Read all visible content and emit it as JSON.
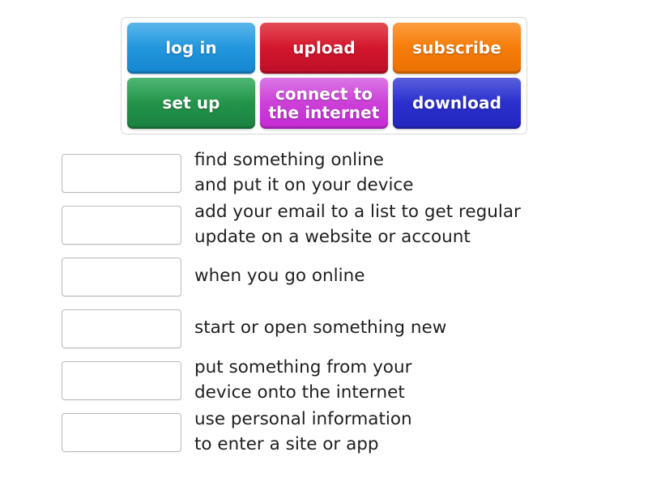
{
  "tiles_panel": {
    "tiles": [
      {
        "label": "log in",
        "color_name": "blue",
        "color": "#2196dd"
      },
      {
        "label": "upload",
        "color_name": "red",
        "color": "#d2162c"
      },
      {
        "label": "subscribe",
        "color_name": "orange",
        "color": "#f57c09"
      },
      {
        "label": "set up",
        "color_name": "green",
        "color": "#229349"
      },
      {
        "label": "connect to\nthe internet",
        "color_name": "violet",
        "color": "#cc3fd8"
      },
      {
        "label": "download",
        "color_name": "indigo",
        "color": "#2a2fcc"
      }
    ]
  },
  "rows": [
    {
      "slot_value": "",
      "definition": "find something online\nand put it on your device"
    },
    {
      "slot_value": "",
      "definition": "add your email to a list to get regular\nupdate on a website or account"
    },
    {
      "slot_value": "",
      "definition": "when you go online"
    },
    {
      "slot_value": "",
      "definition": "start or open something new"
    },
    {
      "slot_value": "",
      "definition": "put something from your\ndevice onto the internet"
    },
    {
      "slot_value": "",
      "definition": "use personal information\nto enter a site or app"
    }
  ]
}
